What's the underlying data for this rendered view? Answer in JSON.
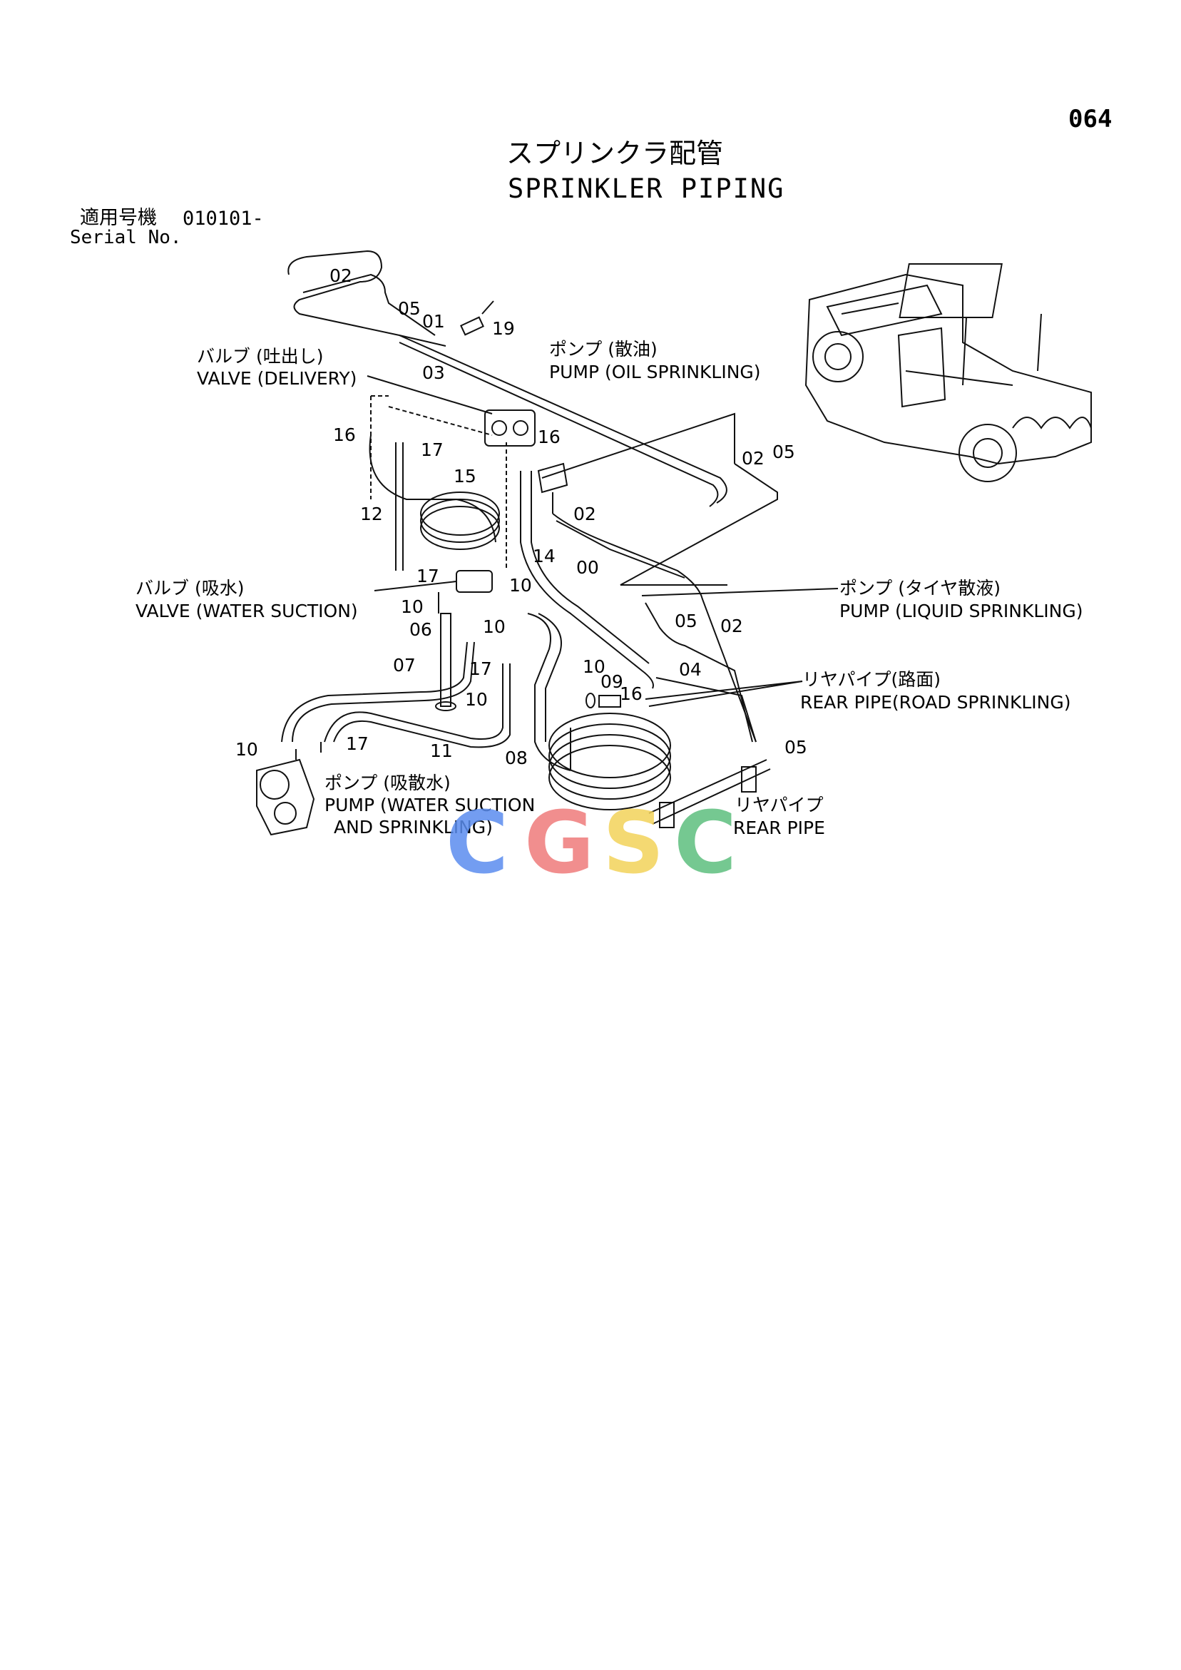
{
  "page_number": "064",
  "title": {
    "jp": "スプリンクラ配管",
    "en": "SPRINKLER PIPING"
  },
  "serial": {
    "label_jp": "適用号機",
    "value": "010101-",
    "label_en": "Serial No."
  },
  "labels": {
    "valve_delivery_jp": "バルブ (吐出し)",
    "valve_delivery_en": "VALVE (DELIVERY)",
    "pump_oil_jp": "ポンプ (散油)",
    "pump_oil_en": "PUMP (OIL SPRINKLING)",
    "valve_suction_jp": "バルブ (吸水)",
    "valve_suction_en": "VALVE (WATER SUCTION)",
    "pump_liquid_jp": "ポンプ (タイヤ散液)",
    "pump_liquid_en": "PUMP (LIQUID SPRINKLING)",
    "rear_pipe_road_jp": "リヤパイプ(路面)",
    "rear_pipe_road_en": "REAR PIPE(ROAD SPRINKLING)",
    "pump_water_jp": "ポンプ (吸散水)",
    "pump_water_en_1": "PUMP (WATER SUCTION",
    "pump_water_en_2": "AND SPRINKLING)",
    "rear_pipe_jp": "リヤパイプ",
    "rear_pipe_en": "REAR PIPE"
  },
  "part_numbers": {
    "p02a": "02",
    "p05a": "05",
    "p01": "01",
    "p19": "19",
    "p03": "03",
    "p16a": "16",
    "p17a": "17",
    "p16b": "16",
    "p15": "15",
    "p12": "12",
    "p02b": "02",
    "p05b": "05",
    "p02c": "02",
    "p14": "14",
    "p00": "00",
    "p17b": "17",
    "p10a": "10",
    "p10b": "10",
    "p06": "06",
    "p10c": "10",
    "p07": "07",
    "p17c": "17",
    "p10d": "10",
    "p09": "09",
    "p16c": "16",
    "p04": "04",
    "p05c": "05",
    "p02d": "02",
    "p10e": "10",
    "p11": "11",
    "p10f": "10",
    "p17d": "17",
    "p08": "08",
    "p05d": "05"
  },
  "watermark": {
    "letters": [
      "C",
      "G",
      "S",
      "C"
    ],
    "colors": [
      "#5b8def",
      "#ef7b7b",
      "#f3d35a",
      "#5dbf7e"
    ]
  }
}
